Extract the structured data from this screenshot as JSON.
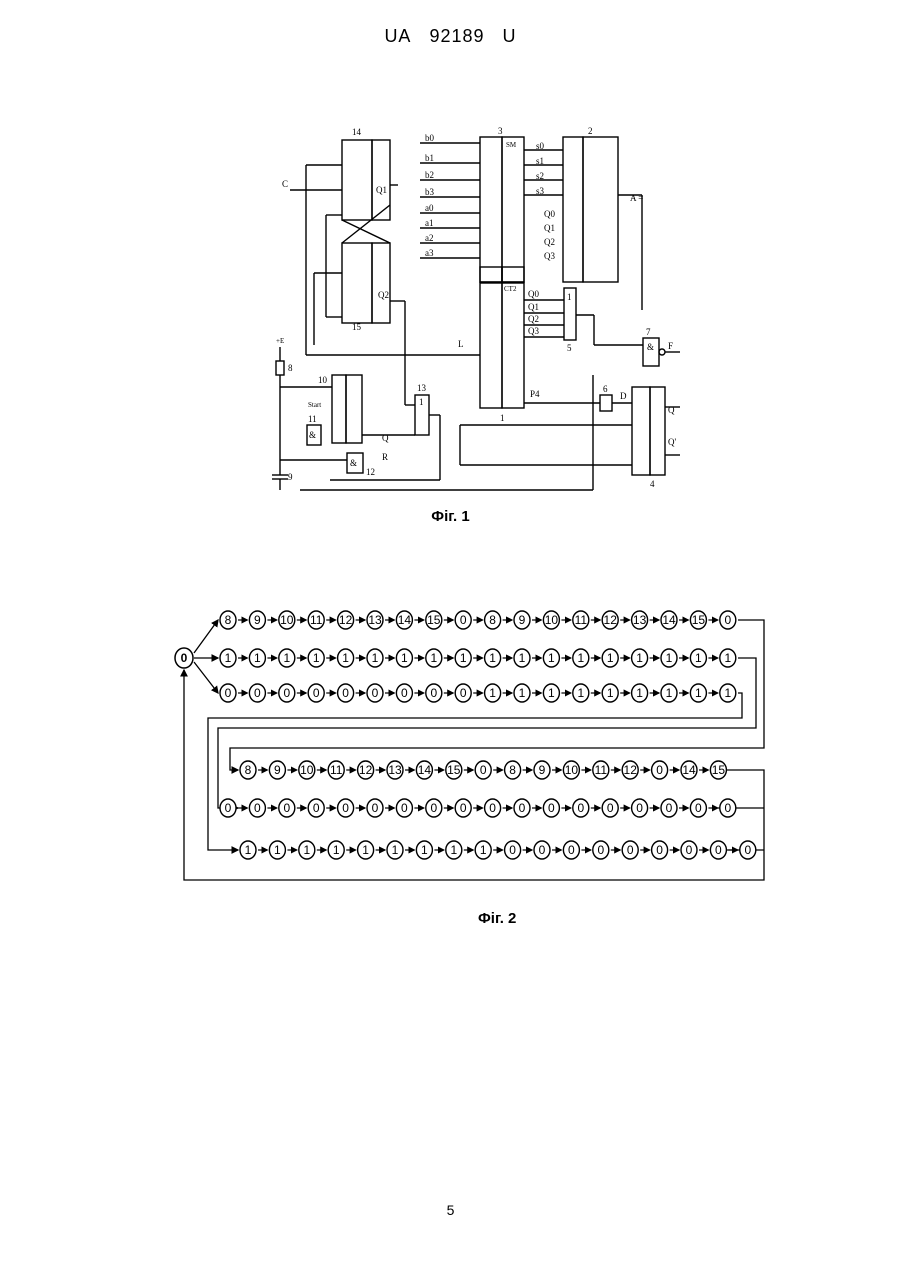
{
  "header": {
    "country": "UA",
    "number": "92189",
    "kind": "U"
  },
  "fig1": {
    "caption": "Фіг. 1",
    "block_numbers": [
      "14",
      "15",
      "3",
      "2",
      "1",
      "5",
      "7",
      "6",
      "4",
      "10",
      "11",
      "12",
      "13",
      "8",
      "9"
    ],
    "gate_symbols": {
      "and": "&",
      "or": "1"
    },
    "inputs_b": [
      "b0",
      "b1",
      "b2",
      "b3"
    ],
    "inputs_a": [
      "a0",
      "a1",
      "a2",
      "a3"
    ],
    "outputs_s": [
      "s0",
      "s1",
      "s2",
      "s3"
    ],
    "qbar_inputs": [
      "Q0",
      "Q1",
      "Q2",
      "Q3"
    ],
    "counter_outputs": [
      "Q0",
      "Q1",
      "Q2",
      "Q3"
    ],
    "labels": {
      "c": "C",
      "q1": "Q1",
      "q2": "Q2",
      "q": "Q",
      "rbar": "R",
      "start": "Start",
      "plus_e": "+E",
      "a_out": "A =",
      "f": "F",
      "d": "D",
      "qbar_out": "Q",
      "q_out": "Q'",
      "p4": "P4",
      "l": "L",
      "sm": "SM",
      "ct2": "CT2"
    }
  },
  "fig2": {
    "caption": "Фіг. 2",
    "rows": [
      [
        "8",
        "9",
        "10",
        "11",
        "12",
        "13",
        "14",
        "15",
        "0",
        "8",
        "9",
        "10",
        "11",
        "12",
        "13",
        "14",
        "15",
        "0"
      ],
      [
        "1",
        "1",
        "1",
        "1",
        "1",
        "1",
        "1",
        "1",
        "1",
        "1",
        "1",
        "1",
        "1",
        "1",
        "1",
        "1",
        "1",
        "1"
      ],
      [
        "0",
        "0",
        "0",
        "0",
        "0",
        "0",
        "0",
        "0",
        "0",
        "1",
        "1",
        "1",
        "1",
        "1",
        "1",
        "1",
        "1",
        "1"
      ],
      [
        "8",
        "9",
        "10",
        "11",
        "12",
        "13",
        "14",
        "15",
        "0",
        "8",
        "9",
        "10",
        "11",
        "12",
        "0",
        "14",
        "15"
      ],
      [
        "0",
        "0",
        "0",
        "0",
        "0",
        "0",
        "0",
        "0",
        "0",
        "0",
        "0",
        "0",
        "0",
        "0",
        "0",
        "0",
        "0",
        "0"
      ],
      [
        "1",
        "1",
        "1",
        "1",
        "1",
        "1",
        "1",
        "1",
        "1",
        "0",
        "0",
        "0",
        "0",
        "0",
        "0",
        "0",
        "0",
        "0"
      ]
    ],
    "start_node": "0"
  },
  "page": {
    "number": "5"
  }
}
